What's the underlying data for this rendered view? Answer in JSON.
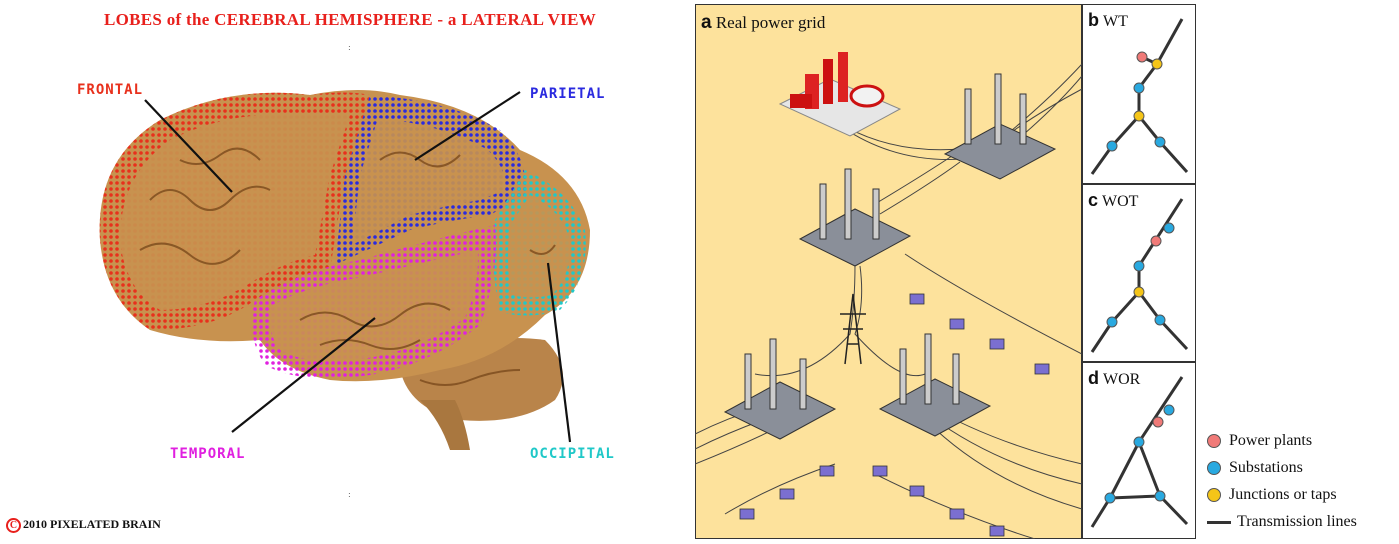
{
  "brain": {
    "title": "LOBES of the CEREBRAL HEMISPHERE - a LATERAL VIEW",
    "labels": {
      "frontal": "FRONTAL",
      "parietal": "PARIETAL",
      "temporal": "TEMPORAL",
      "occipital": "OCCIPITAL"
    },
    "colors": {
      "frontal": "#e8301c",
      "parietal": "#2a2adf",
      "temporal": "#e020e0",
      "occipital": "#20c8c8"
    },
    "copyright": "2010  PIXELATED BRAIN",
    "copyright_symbol": "C"
  },
  "grid": {
    "panel_a": {
      "letter": "a",
      "title": "Real power grid"
    },
    "panel_b": {
      "letter": "b",
      "title": "WT"
    },
    "panel_c": {
      "letter": "c",
      "title": "WOT"
    },
    "panel_d": {
      "letter": "d",
      "title": "WOR"
    },
    "legend": [
      {
        "label": "Power plants",
        "color": "#f07a78"
      },
      {
        "label": "Substations",
        "color": "#29a9e0"
      },
      {
        "label": "Junctions or taps",
        "color": "#f5c518"
      },
      {
        "label": "Transmission lines",
        "color": "#333333"
      }
    ]
  }
}
